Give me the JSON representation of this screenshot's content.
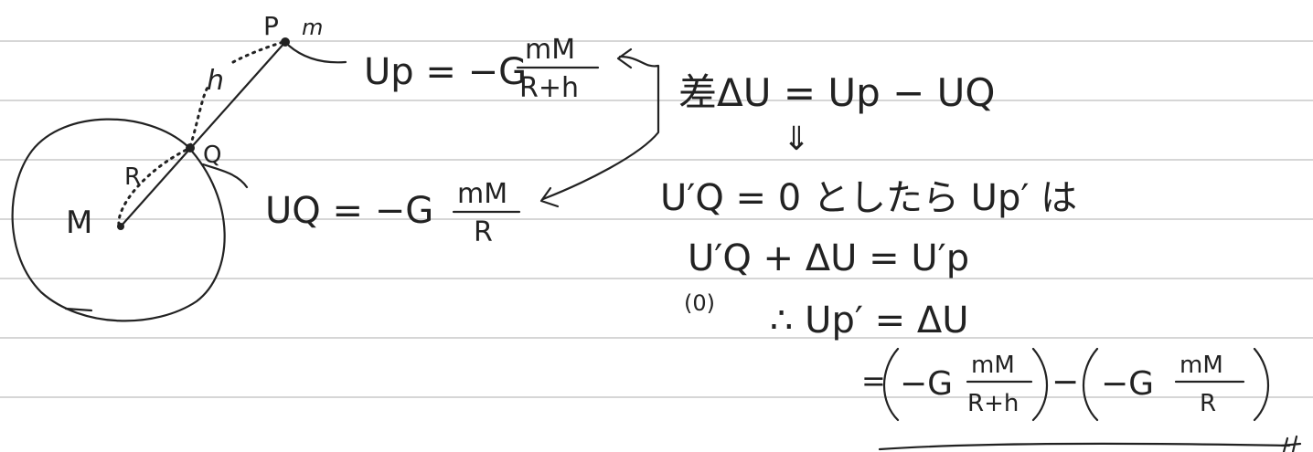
{
  "note": {
    "colors": {
      "ink": "#222222",
      "rule": "#c8c8c8",
      "paper": "#ffffff"
    },
    "diagram": {
      "earth_label": "M",
      "point_p_label": "P",
      "mass_label": "m",
      "point_q_label": "Q",
      "radius_label": "R",
      "height_label": "h"
    },
    "formulas": {
      "up": {
        "lhs": "Up = −G",
        "num": "mM",
        "den": "R+h"
      },
      "uq": {
        "lhs": "UQ = −G",
        "num": "mM",
        "den": "R"
      }
    },
    "derivation": {
      "difference": "差ΔU = Up − UQ",
      "implies": "⇓",
      "condition": "U′Q = 0 としたら Up′ は",
      "sum": "U′Q + ΔU = U′p",
      "zero_note": "(0)",
      "therefore": "∴ Up′ = ΔU",
      "final": {
        "eq": "=",
        "g1": "−G",
        "num1": "mM",
        "den1": "R+h",
        "mid": "−",
        "g2": "−G",
        "num2": "mM",
        "den2": "R"
      }
    }
  }
}
